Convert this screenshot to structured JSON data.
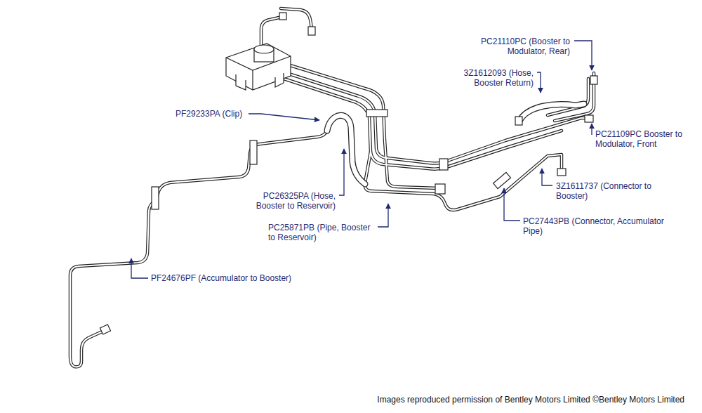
{
  "diagram": {
    "caption": "Images reproduced permission of Bentley Motors Limited ©Bentley Motors Limited",
    "labels": [
      "PC21110PC (Booster to Modulator, Rear)",
      "3Z1612093 (Hose, Booster Return)",
      "PF29233PA (Clip)",
      "PC21109PC Booster to Modulator, Front",
      "3Z1611737 (Connector to Booster)",
      "PC26325PA (Hose, Booster to Reservoir)",
      "PC27443PB (Connector, Accumulator Pipe)",
      "PC25871PB (Pipe, Booster to Reservoir)",
      "PF24676PF (Accumulator to Booster)"
    ]
  }
}
